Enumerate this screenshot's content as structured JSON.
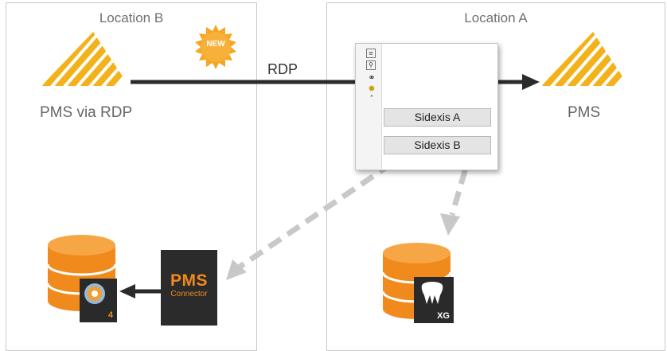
{
  "location_b": {
    "title": "Location B",
    "pms_label": "PMS via RDP",
    "new_badge": "NEW"
  },
  "location_a": {
    "title": "Location A",
    "pms_label": "PMS",
    "xg_badge": "XG"
  },
  "connection": {
    "label": "RDP"
  },
  "popup": {
    "items": [
      "Sidexis A",
      "Sidexis B"
    ]
  },
  "connector": {
    "line1": "PMS",
    "line2": "Connector",
    "badge": "4"
  },
  "colors": {
    "accent": "#F08A1C",
    "stripe": "#F2B21B",
    "dark": "#2B2B2B",
    "dashed": "#C8C8C8"
  },
  "icons": [
    "pms-stripes-icon",
    "database-icon",
    "tooth-icon",
    "sidexis-4-icon",
    "new-starburst-icon",
    "binoculars-icon",
    "search-icon",
    "settings-icon"
  ]
}
